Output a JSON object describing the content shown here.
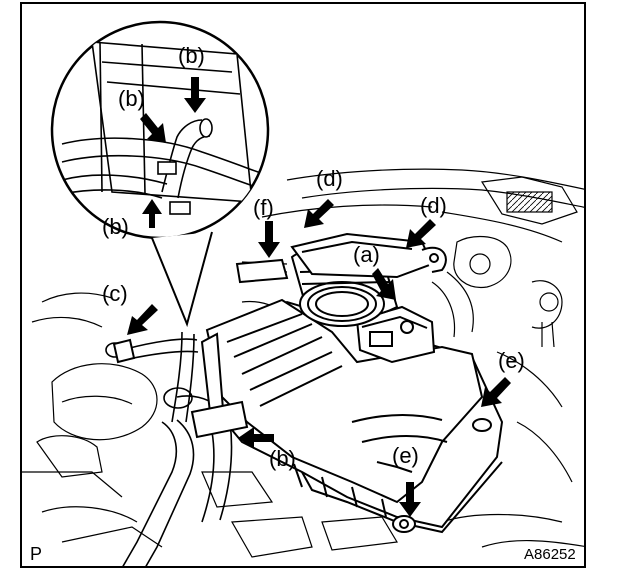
{
  "figure": {
    "view_code": "P",
    "figure_id": "A86252"
  },
  "callouts": [
    {
      "id": "b-inset-top",
      "text": "(b)"
    },
    {
      "id": "b-inset-left",
      "text": "(b)"
    },
    {
      "id": "b-inset-bottom",
      "text": "(b)"
    },
    {
      "id": "c",
      "text": "(c)"
    },
    {
      "id": "f",
      "text": "(f)"
    },
    {
      "id": "d1",
      "text": "(d)"
    },
    {
      "id": "d2",
      "text": "(d)"
    },
    {
      "id": "a",
      "text": "(a)"
    },
    {
      "id": "e1",
      "text": "(e)"
    },
    {
      "id": "e2",
      "text": "(e)"
    },
    {
      "id": "b-main",
      "text": "(b)"
    }
  ],
  "colors": {
    "line": "#000000",
    "background": "#ffffff"
  }
}
